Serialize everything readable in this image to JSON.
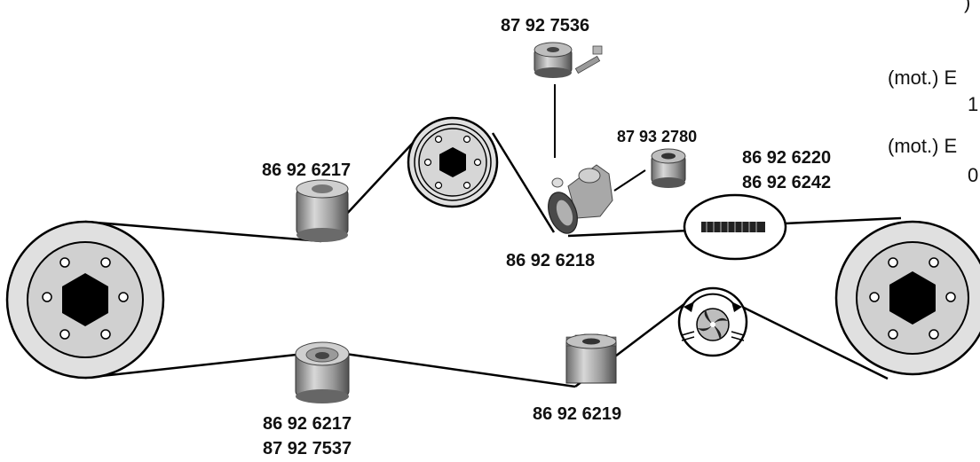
{
  "parts": {
    "tensioner_kit": "87 92 7536",
    "idler_pulley": "87 93 2780",
    "idler_upper_left": "86 92 6217",
    "idler_lower_1": "86 92 6217",
    "idler_lower_2": "87 92 7537",
    "tensioner_pulley": "86 92 6218",
    "belt_1": "86 92 6220",
    "belt_2": "86 92 6242",
    "drive_sprocket": "86 92 6219"
  },
  "side_notes": {
    "line_1": ")",
    "line_2": "(mot.) E",
    "line_3": "1",
    "line_4": "(mot.) E",
    "line_5": "0"
  },
  "colors": {
    "pulley_face": "#dcdcdc",
    "pulley_ring": "#bcbcbc",
    "hub": "#000000",
    "belt": "#000000",
    "part_metal": "#8a8a8a"
  }
}
